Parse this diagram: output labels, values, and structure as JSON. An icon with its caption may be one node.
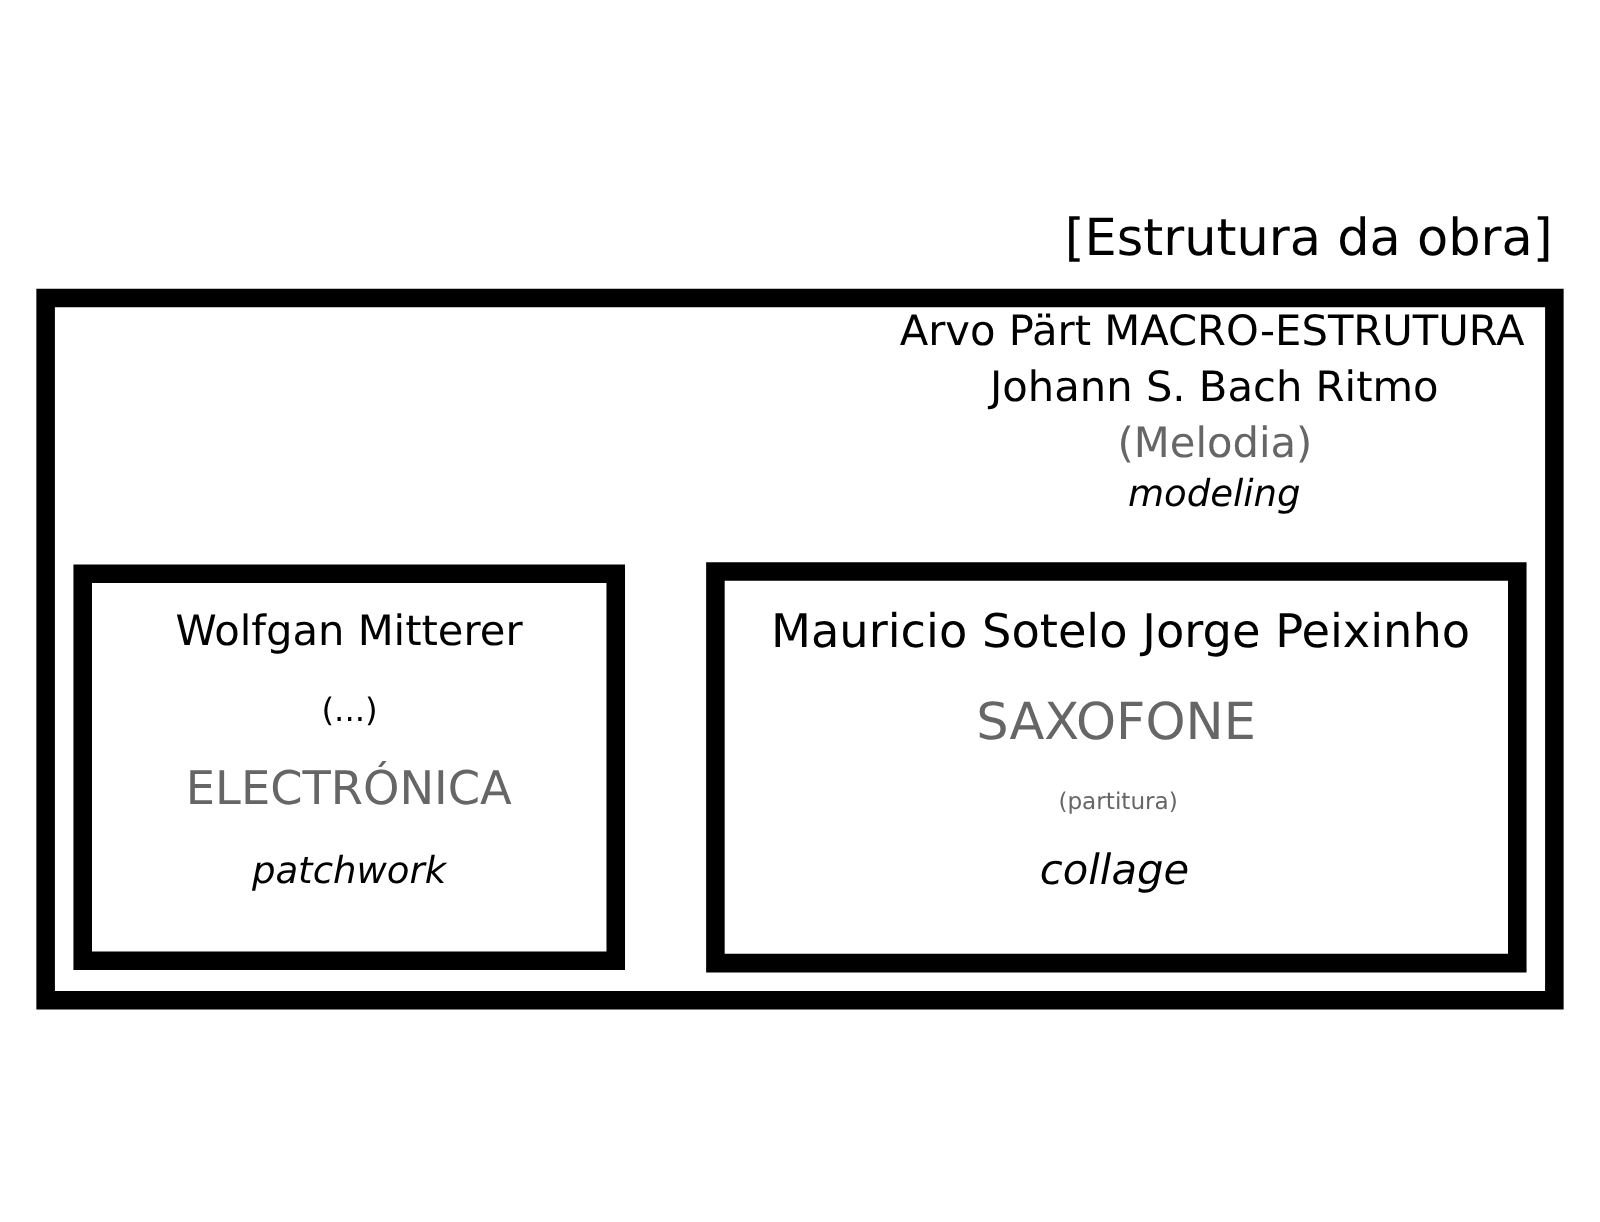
{
  "diagram": {
    "title": "[Estrutura da obra]",
    "nodes": [
      {
        "text": [
          "Arvo Pärt MACRO-ESTRUTURA",
          "Johann S. Bach Ritmo",
          "(Melodia)",
          "modeling"
        ]
      },
      {
        "text": [
          "Mauricio Sotelo Jorge Peixinho",
          "SAXOFONE",
          "(partitura)",
          "collage"
        ],
        "in": 0
      },
      {
        "text": [
          "Wolfgan Mitterer",
          "(...)",
          "ELECTRÓNICA",
          "patchwork"
        ],
        "in": 0
      }
    ],
    "edges": []
  }
}
